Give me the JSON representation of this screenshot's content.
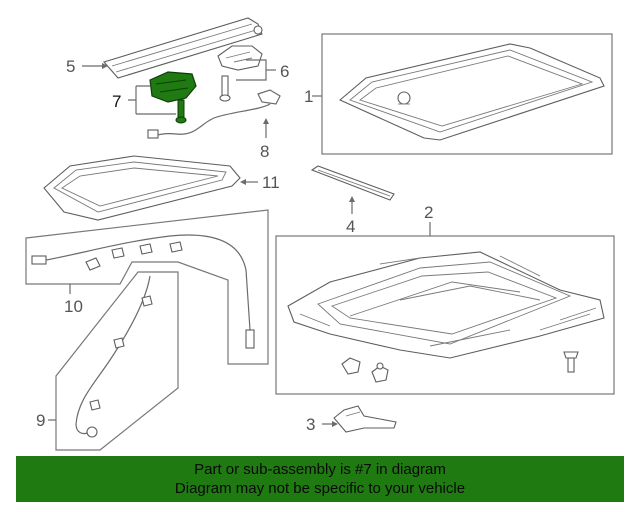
{
  "callouts": {
    "c1": "1",
    "c2": "2",
    "c3": "3",
    "c4": "4",
    "c5": "5",
    "c6": "6",
    "c7": "7",
    "c8": "8",
    "c9": "9",
    "c10": "10",
    "c11": "11"
  },
  "highlight_part": "7",
  "colors": {
    "highlight": "#1f7a12",
    "banner": "#1f7a12",
    "line": "#6b6b6b"
  },
  "banner": {
    "line1": "Part or sub-assembly is #7 in diagram",
    "line2": "Diagram may not be specific to your vehicle"
  }
}
